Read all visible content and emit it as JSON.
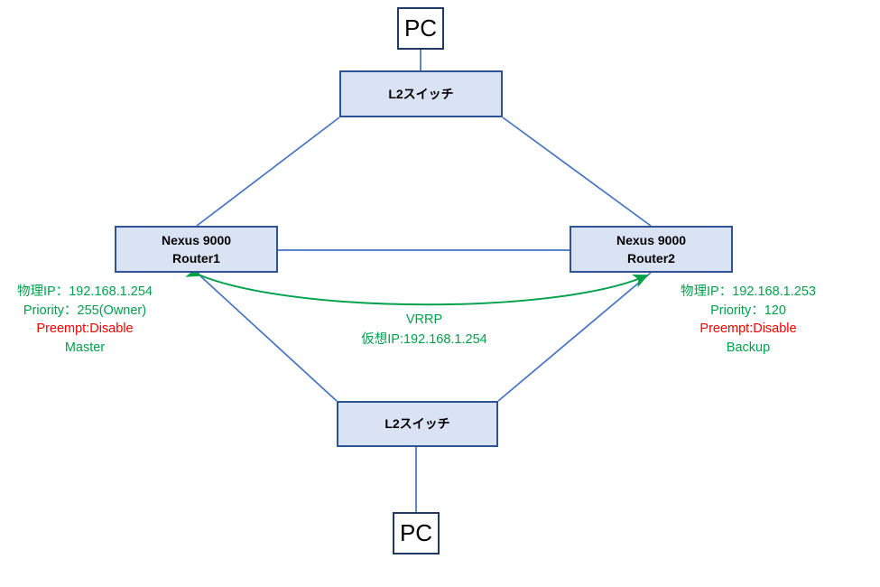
{
  "diagram": {
    "title": "VRRP network topology",
    "colors": {
      "device_fill": "#dae3f3",
      "device_border": "#2e5496",
      "pc_border": "#1f3864",
      "link": "#4472c4",
      "vrrp_green": "#00a14b",
      "warning_red": "#ff0000",
      "background": "#ffffff"
    },
    "nodes": {
      "pc_top": {
        "label": "PC"
      },
      "switch_top": {
        "label": "L2スイッチ"
      },
      "router1": {
        "line1": "Nexus 9000",
        "line2": "Router1"
      },
      "router2": {
        "line1": "Nexus 9000",
        "line2": "Router2"
      },
      "switch_bottom": {
        "label": "L2スイッチ"
      },
      "pc_bottom": {
        "label": "PC"
      }
    },
    "annotations": {
      "router1": {
        "physical_ip": "物理IP：192.168.1.254",
        "priority": "Priority：255(Owner)",
        "preempt": "Preempt:Disable",
        "role": "Master"
      },
      "router2": {
        "physical_ip": "物理IP：192.168.1.253",
        "priority": "Priority：120",
        "preempt": "Preempt:Disable",
        "role": "Backup"
      },
      "vrrp": {
        "protocol": "VRRP",
        "virtual_ip": "仮想IP:192.168.1.254"
      }
    }
  }
}
